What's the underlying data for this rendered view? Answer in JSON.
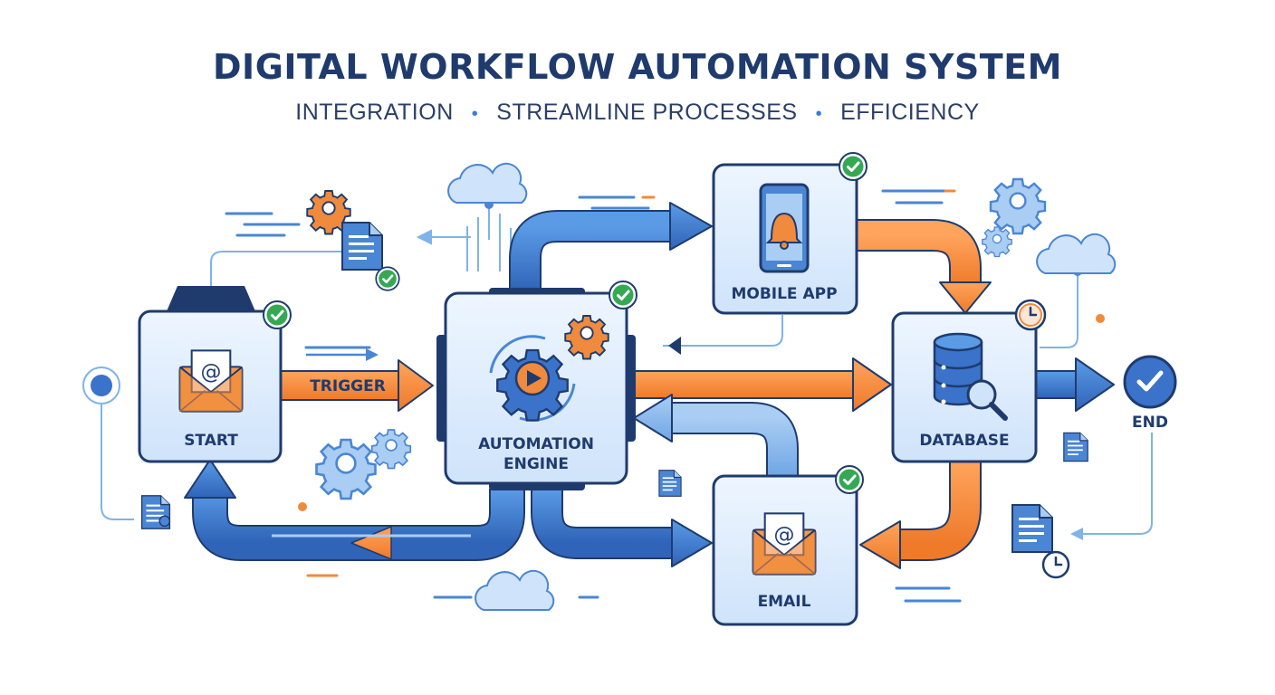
{
  "title": "DIGITAL WORKFLOW AUTOMATION SYSTEM",
  "subtitle": {
    "items": [
      "INTEGRATION",
      "STREAMLINE PROCESSES",
      "EFFICIENCY"
    ]
  },
  "nodes": {
    "start": {
      "tab_label": "START",
      "label": "START",
      "icon": "email-at-icon"
    },
    "engine": {
      "label_line1": "AUTOMATION",
      "label_line2": "ENGINE",
      "icon": "gear-play-icon"
    },
    "mobile": {
      "label": "MOBILE APP",
      "icon": "phone-bell-icon"
    },
    "database": {
      "label": "DATABASE",
      "icon": "database-search-icon"
    },
    "email": {
      "label": "EMAIL",
      "icon": "email-at-icon"
    },
    "end": {
      "label": "END",
      "icon": "check-circle-icon"
    }
  },
  "edges": {
    "trigger_label": "TRIGGER"
  },
  "colors": {
    "title": "#1f3b6e",
    "blue_arrow": "#3a73c9",
    "orange_arrow": "#f08a3c",
    "node_fill": "#dcebfb",
    "node_border": "#1f3b6e",
    "check_green": "#35a853"
  }
}
